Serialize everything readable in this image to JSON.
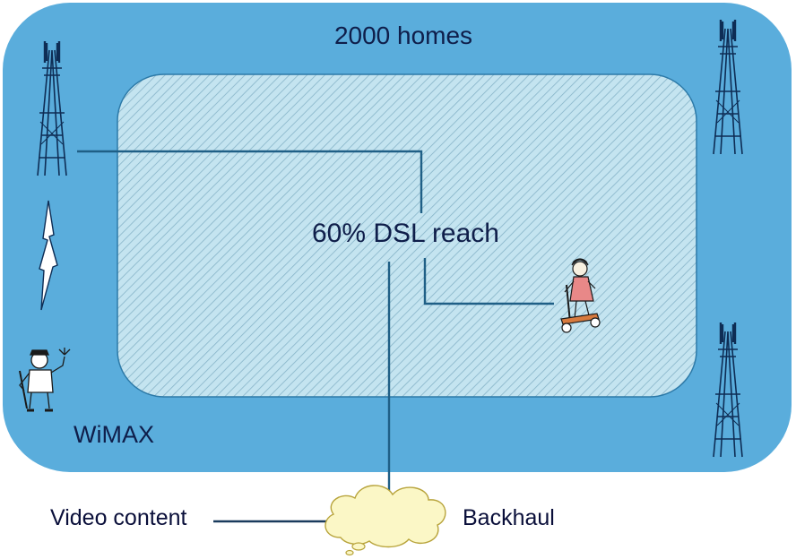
{
  "labels": {
    "outer": "2000 homes",
    "inner": "60% DSL reach",
    "wimax": "WiMAX",
    "video": "Video content",
    "backhaul": "Backhaul"
  },
  "icons": [
    "tower-icon",
    "lightning-bolt-icon",
    "man-figure-icon",
    "child-on-scooter-icon",
    "cloud-icon"
  ],
  "colors": {
    "outer_zone": "#5aaddc",
    "inner_zone": "#bfe2ef",
    "hatch": "#8fb9cc",
    "link_line": "#1f5f86",
    "cloud": "#fbf7c6",
    "text": "#0f1e4a"
  }
}
